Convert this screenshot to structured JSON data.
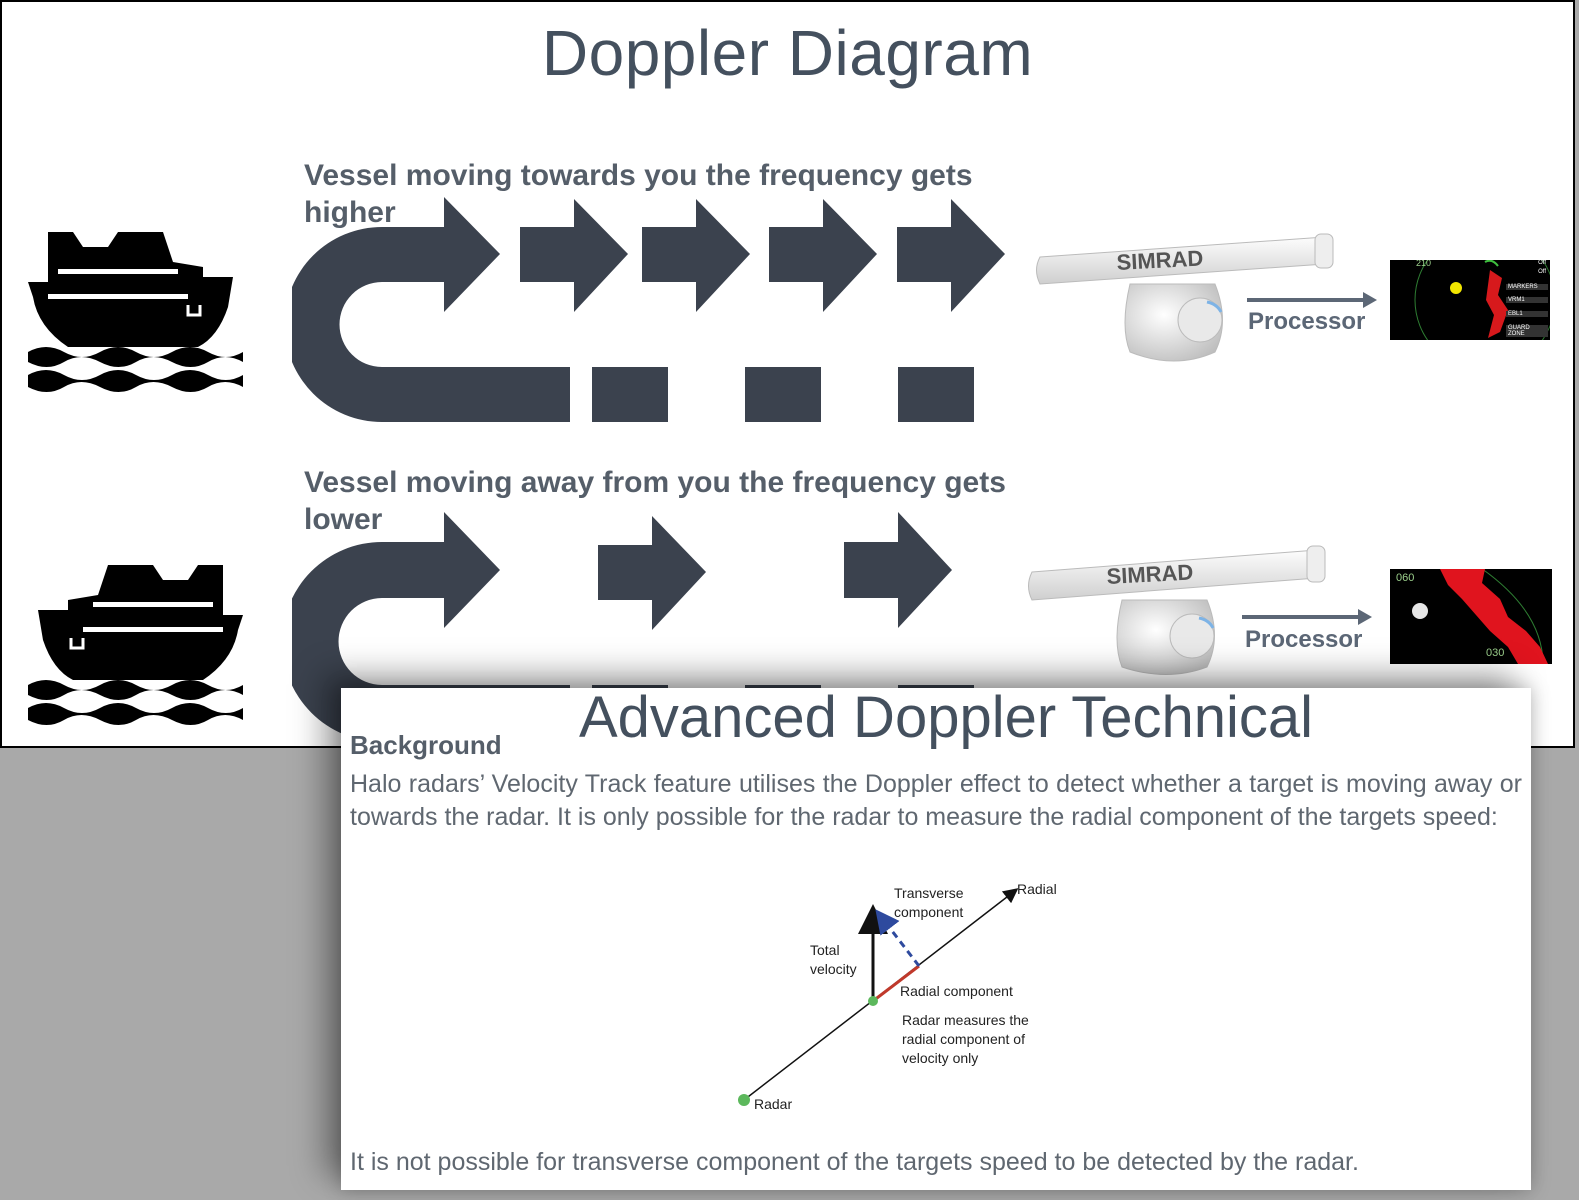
{
  "slide1": {
    "title": "Doppler Diagram",
    "caption_towards": "Vessel moving towards you the frequency gets higher",
    "caption_away": "Vessel moving away from you the frequency gets lower",
    "radar_brand": "SIMRAD",
    "processor_label": "Processor",
    "screen_top": {
      "range_label": "210",
      "menu": [
        "Off",
        "Off",
        "MARKERS",
        "VRM1",
        "EBL1",
        "GUARD ZONE"
      ]
    },
    "screen_bottom": {
      "bearing_top": "060",
      "bearing_bottom": "030"
    }
  },
  "slide2": {
    "title": "Advanced Doppler Technical",
    "background_heading": "Background",
    "background_text": "Halo radars’ Velocity Track feature utilises the Doppler effect to detect whether a target is moving away or towards the radar. It is only possible for the radar to measure the radial component of the targets speed:",
    "diagram": {
      "radial_label": "Radial",
      "transverse_label_1": "Transverse",
      "transverse_label_2": "component",
      "total_label_1": "Total",
      "total_label_2": "velocity",
      "radial_component_label": "Radial component",
      "note_1": "Radar measures the",
      "note_2": "radial component of",
      "note_3": "velocity only",
      "radar_label": "Radar"
    },
    "bottom_note": "It is not possible for transverse component of the targets speed to be detected by the radar."
  },
  "colors": {
    "arrow_fill": "#3b424e",
    "title_text": "#44505e",
    "radial_component": "#c0392b",
    "transverse_component": "#2e4a9e",
    "origin_dot": "#5cb85c"
  }
}
